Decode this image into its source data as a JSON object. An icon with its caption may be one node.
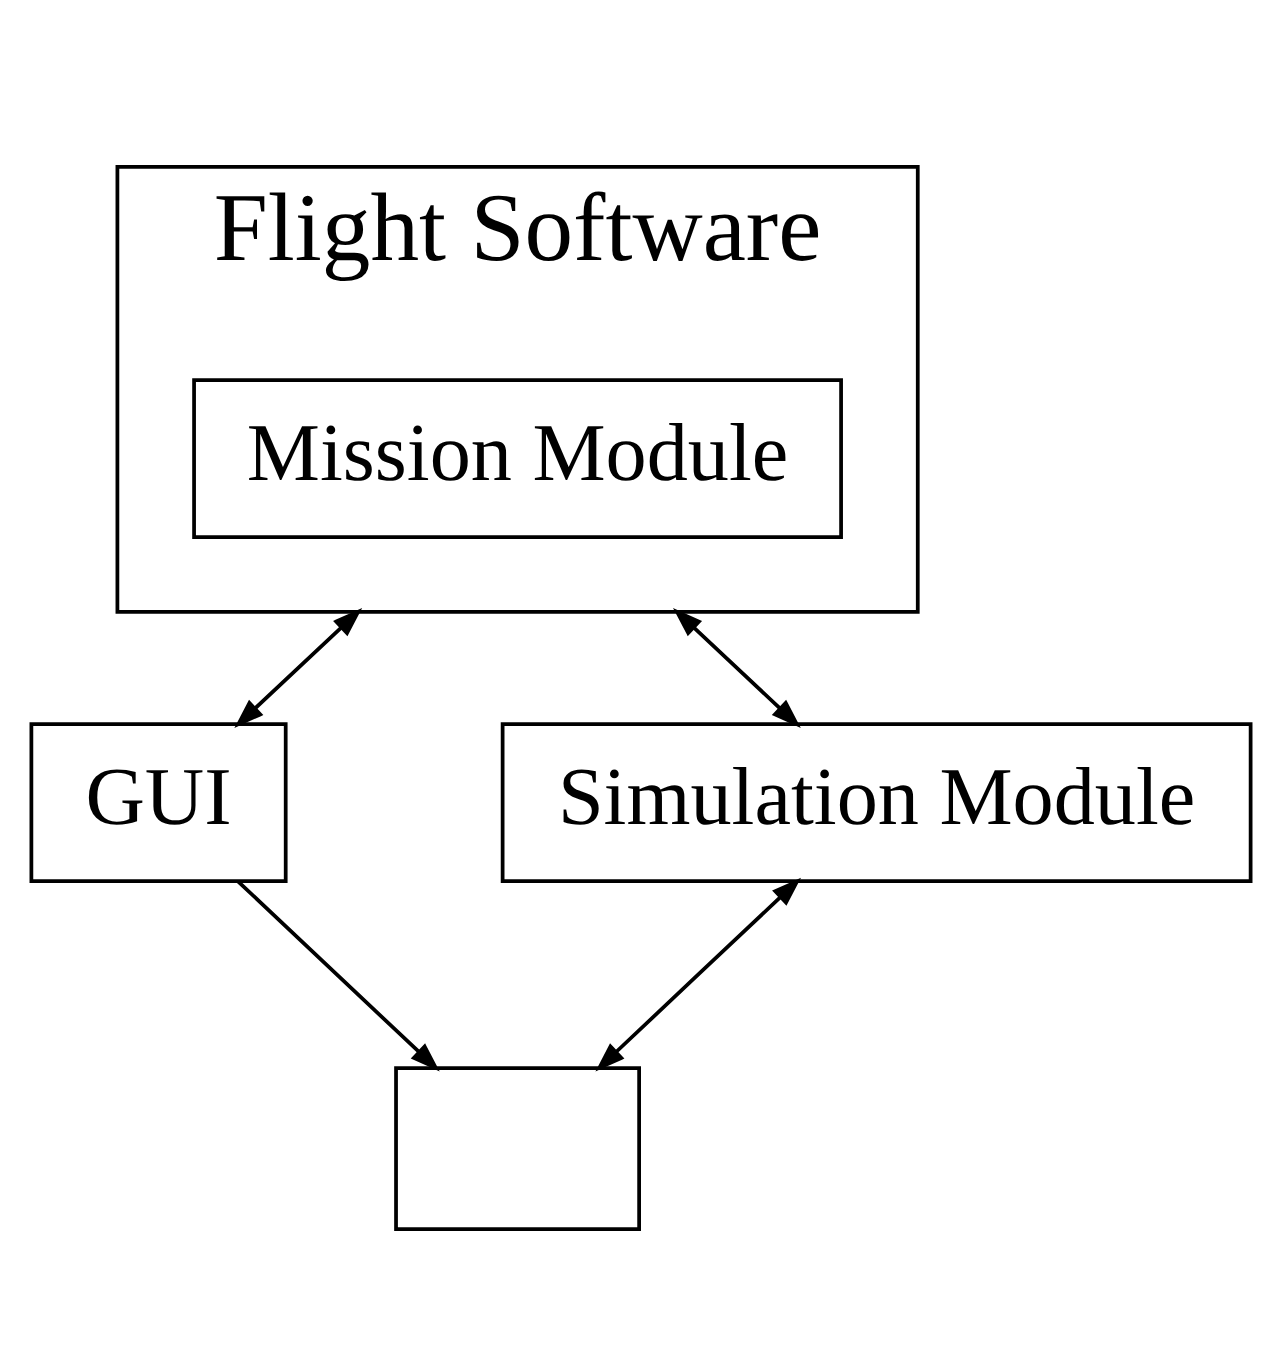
{
  "diagram": {
    "nodes": [
      {
        "text": [
          "Flight Software"
        ]
      },
      {
        "text": [
          "Mission Module"
        ],
        "in": 0
      },
      {
        "text": [
          "GUI"
        ]
      },
      {
        "text": [
          "Simulation Module"
        ]
      },
      {
        "text": [],
        "shape": "box"
      }
    ],
    "edges": [
      {
        "from": 0,
        "to": 2,
        "arrow": "both"
      },
      {
        "from": 0,
        "to": 3,
        "arrow": "both"
      },
      {
        "from": 3,
        "to": 4,
        "arrow": "both"
      },
      {
        "from": 2,
        "to": 4,
        "arrow": "to"
      }
    ]
  }
}
